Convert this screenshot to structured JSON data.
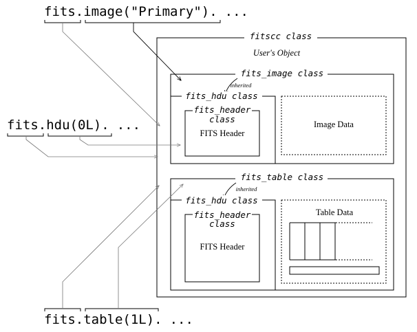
{
  "code_lines": {
    "image": {
      "prefix": "fits.",
      "call": "image(\"Primary\").",
      "suffix": "..."
    },
    "hdu": {
      "prefix": "fits.",
      "call": "hdu(0L).",
      "suffix": "..."
    },
    "table": {
      "prefix": "fits.",
      "call": "table(1L).",
      "suffix": "..."
    }
  },
  "fitscc": {
    "class_label": "fitscc class",
    "object_label": "User's Object"
  },
  "image_block": {
    "class_label": "fits_image class",
    "inherited_label": "inherited",
    "hdu_label": "fits_hdu class",
    "header_class_line1": "fits_header",
    "header_class_line2": "class",
    "header_text": "FITS Header",
    "data_text": "Image Data"
  },
  "table_block": {
    "class_label": "fits_table class",
    "inherited_label": "inherited",
    "hdu_label": "fits_hdu class",
    "header_class_line1": "fits_header",
    "header_class_line2": "class",
    "header_text": "FITS Header",
    "data_text": "Table Data"
  }
}
